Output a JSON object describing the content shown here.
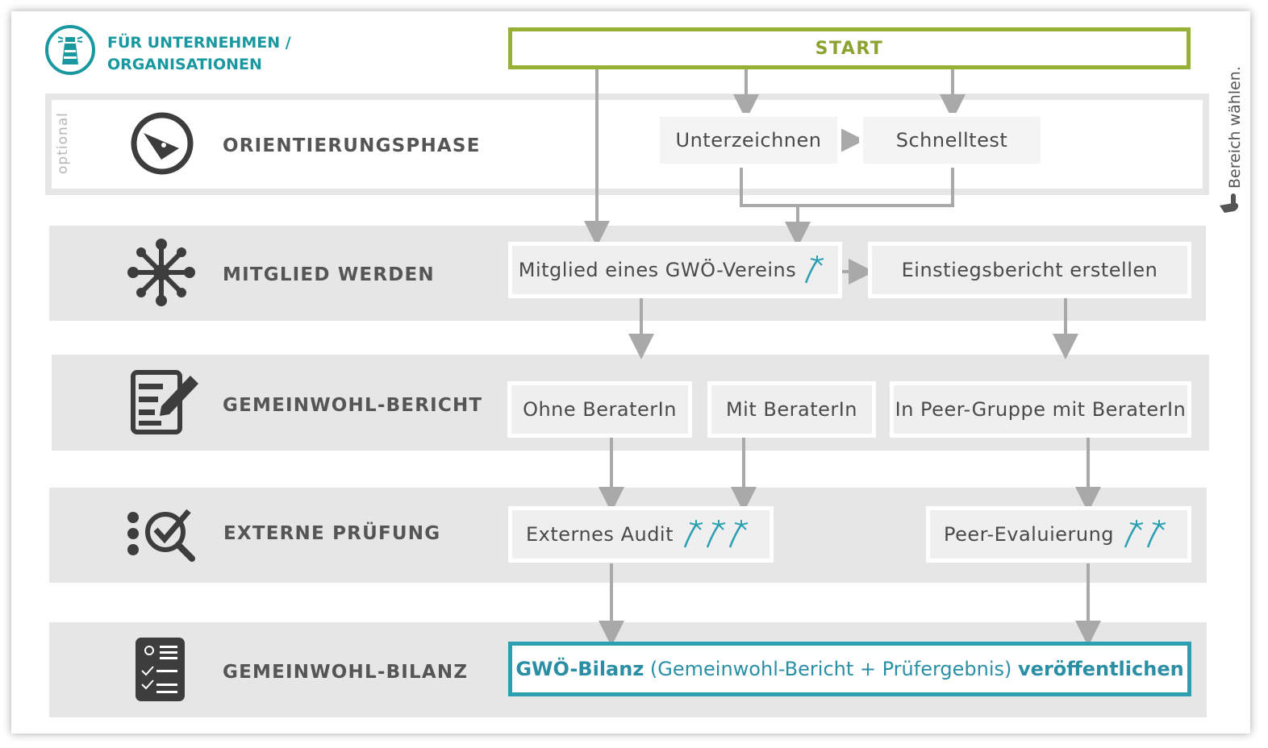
{
  "header": {
    "org_line1": "FÜR UNTERNEHMEN /",
    "org_line2": "ORGANISATIONEN",
    "start_label": "START",
    "side_hint": "Bereich wählen."
  },
  "phases": [
    {
      "label": "ORIENTIERUNGSPHASE",
      "tag": "optional",
      "icon": "compass-icon"
    },
    {
      "label": "MITGLIED WERDEN",
      "icon": "network-icon"
    },
    {
      "label": "GEMEINWOHL-BERICHT",
      "icon": "report-edit-icon"
    },
    {
      "label": "EXTERNE PRÜFUNG",
      "icon": "audit-magnifier-icon"
    },
    {
      "label": "GEMEINWOHL-BILANZ",
      "icon": "balance-sheet-icon"
    }
  ],
  "steps": {
    "unterzeichnen": "Unterzeichnen",
    "schnelltest": "Schnelltest",
    "mitglied": "Mitglied eines GWÖ-Vereins",
    "einstieg": "Einstiegsbericht erstellen",
    "ohne_berater": "Ohne BeraterIn",
    "mit_berater": "Mit BeraterIn",
    "peer_gruppe": "In Peer-Gruppe mit BeraterIn",
    "externes_audit": "Externes Audit",
    "peer_evaluierung": "Peer-Evaluierung"
  },
  "final": {
    "part1": "GWÖ-Bilanz",
    "part2": " (Gemeinwohl-Bericht + Prüfergebnis) ",
    "part3": "veröffentlichen"
  },
  "marker_counts": {
    "mitglied": 1,
    "externes_audit": 3,
    "peer_evaluierung": 2
  },
  "colors": {
    "teal": "#1a98a0",
    "start_green": "#97b135",
    "final_blue": "#2aa0b2",
    "band_gray": "#e6e6e6",
    "arrow_gray": "#a9a9a9",
    "icon_dark": "#3d3d3d"
  }
}
